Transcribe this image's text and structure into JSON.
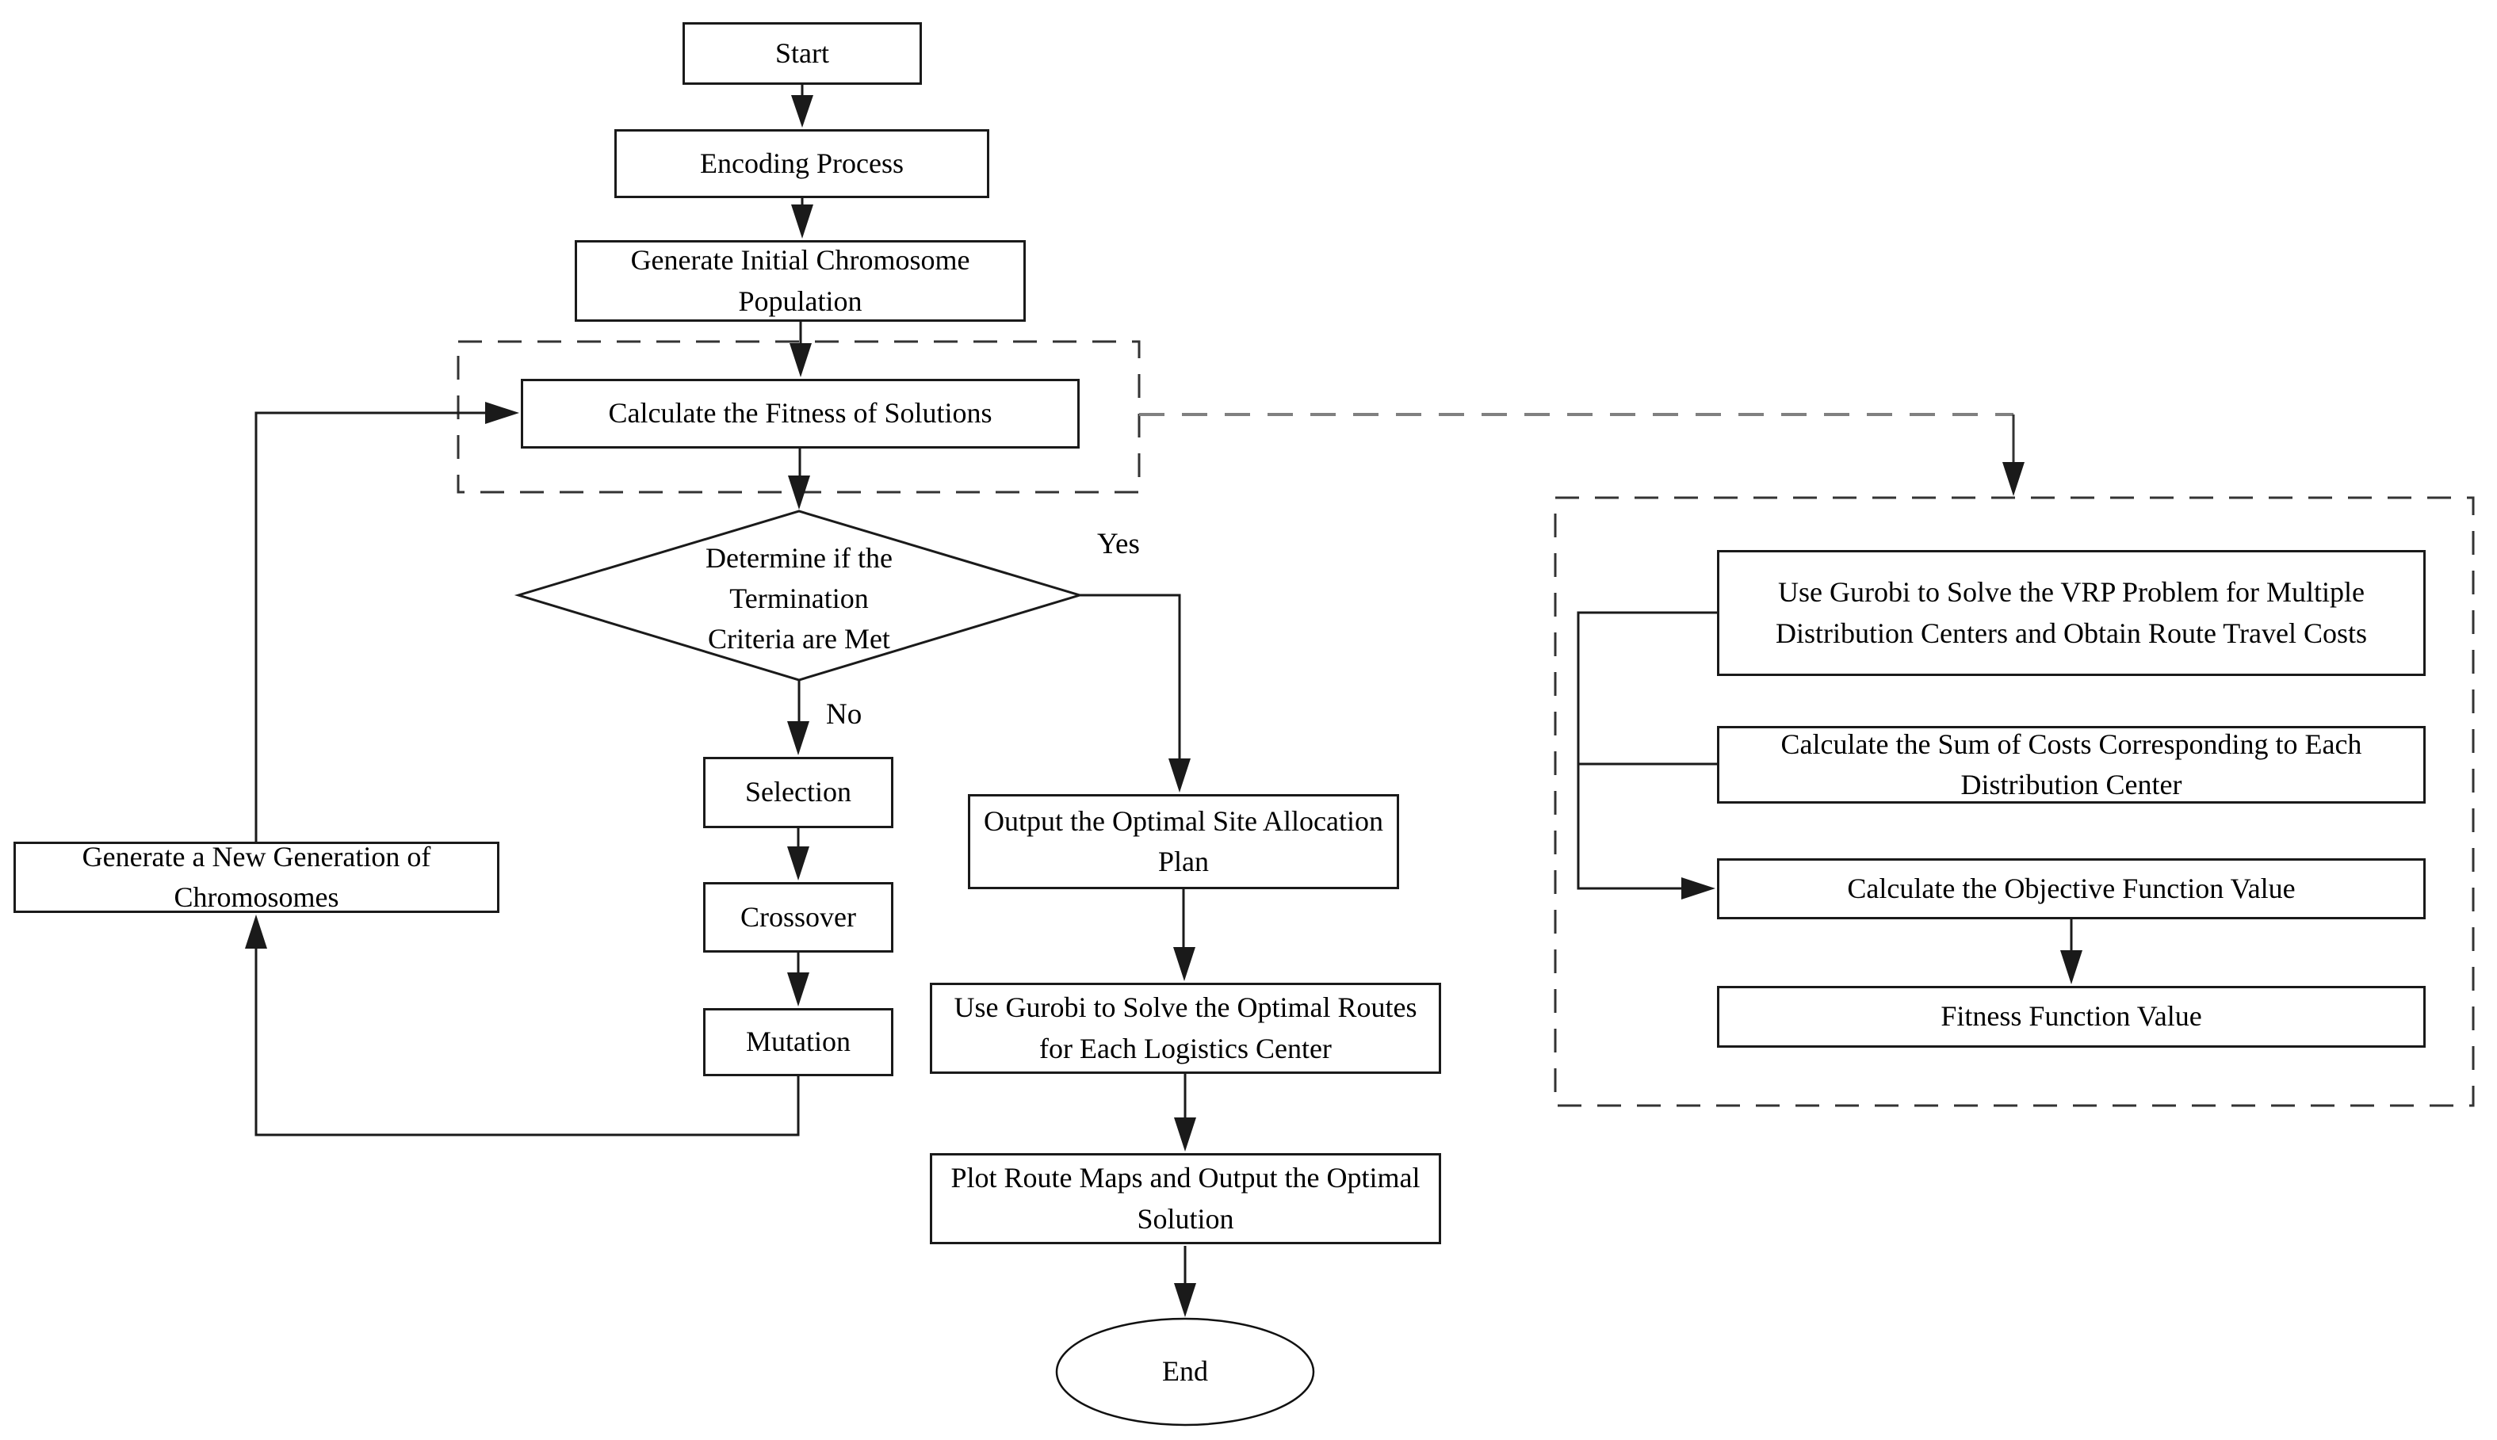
{
  "nodes": {
    "start": {
      "label": "Start"
    },
    "encoding": {
      "label": "Encoding Process"
    },
    "generate_initial": {
      "label": "Generate Initial Chromosome Population"
    },
    "calculate_fitness": {
      "label": "Calculate the Fitness of Solutions"
    },
    "termination_decision": {
      "label": "Determine if the\nTermination\nCriteria are Met"
    },
    "selection": {
      "label": "Selection"
    },
    "crossover": {
      "label": "Crossover"
    },
    "mutation": {
      "label": "Mutation"
    },
    "generate_new_generation": {
      "label": "Generate a New Generation of Chromosomes"
    },
    "output_site_plan": {
      "label": "Output the Optimal Site Allocation Plan"
    },
    "solve_optimal_routes": {
      "label": "Use Gurobi to Solve the Optimal Routes for Each Logistics Center"
    },
    "plot_route_maps": {
      "label": "Plot Route Maps and Output the Optimal Solution"
    },
    "end": {
      "label": "End"
    },
    "solve_vrp": {
      "label": "Use Gurobi to Solve the VRP Problem for Multiple Distribution Centers and Obtain Route Travel Costs"
    },
    "sum_costs": {
      "label": "Calculate the Sum of Costs Corresponding to Each Distribution Center"
    },
    "objective_value": {
      "label": "Calculate the Objective Function Value"
    },
    "fitness_value": {
      "label": "Fitness Function Value"
    }
  },
  "edge_labels": {
    "yes": "Yes",
    "no": "No"
  },
  "colors": {
    "line": "#1a1a1a",
    "box_fill": "#ffffff",
    "dashed_group_border": "#333333",
    "dashed_connector": "#808080",
    "text": "#000000"
  }
}
